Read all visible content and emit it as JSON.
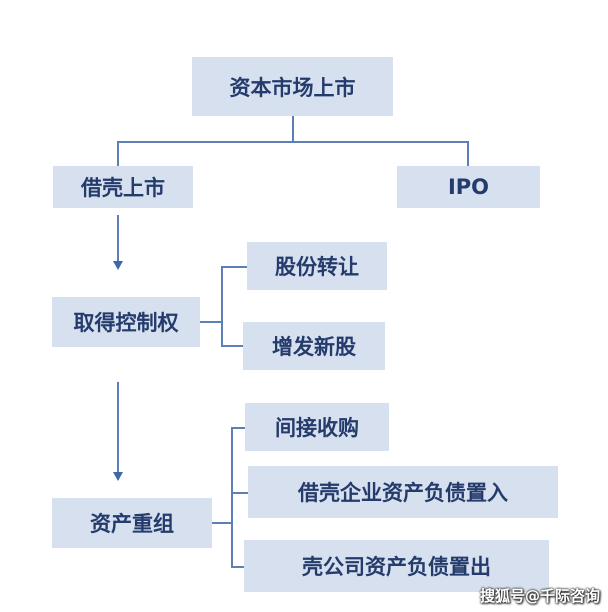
{
  "diagram": {
    "root": "资本市场上市",
    "branches": {
      "left": "借壳上市",
      "right": "IPO"
    },
    "control": {
      "label": "取得控制权",
      "options": [
        "股份转让",
        "增发新股"
      ]
    },
    "restructure": {
      "label": "资产重组",
      "options": [
        "间接收购",
        "借壳企业资产负债置入",
        "壳公司资产负债置出"
      ]
    }
  },
  "watermark": "搜狐号@千际咨询",
  "colors": {
    "box_fill": "#d6e0ef",
    "box_text": "#243b6b",
    "connector": "#5b7fb6"
  }
}
